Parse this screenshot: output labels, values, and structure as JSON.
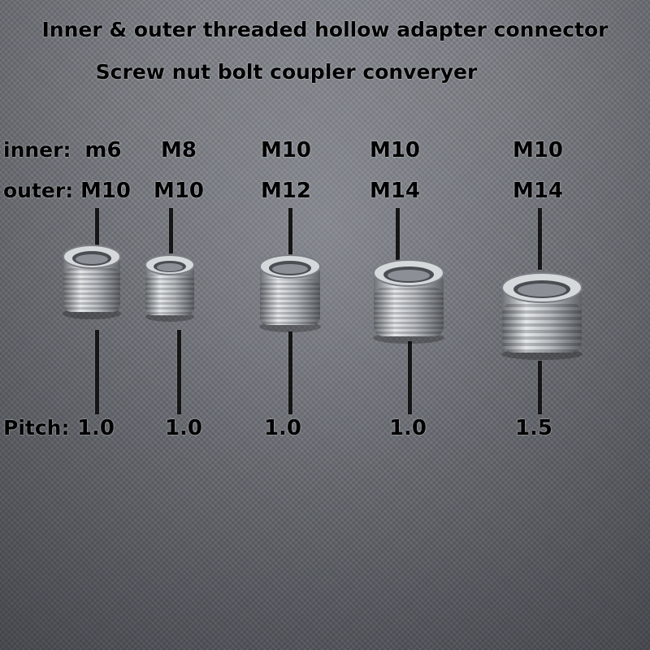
{
  "title": {
    "line1": "Inner & outer threaded hollow adapter connector",
    "line2": "Screw nut bolt coupler converyer"
  },
  "labels": {
    "inner": "inner:",
    "outer": "outer:",
    "pitch": "Pitch:"
  },
  "adapters": [
    {
      "inner": "m6",
      "outer": "M10",
      "pitch": "1.0"
    },
    {
      "inner": "M8",
      "outer": "M10",
      "pitch": "1.0"
    },
    {
      "inner": "M10",
      "outer": "M12",
      "pitch": "1.0"
    },
    {
      "inner": "M10",
      "outer": "M14",
      "pitch": "1.0"
    },
    {
      "inner": "M10",
      "outer": "M14",
      "pitch": "1.5"
    }
  ],
  "colors": {
    "text": "#000000",
    "metal_light": "#e4e7ea",
    "metal_dark": "#6e7277"
  }
}
